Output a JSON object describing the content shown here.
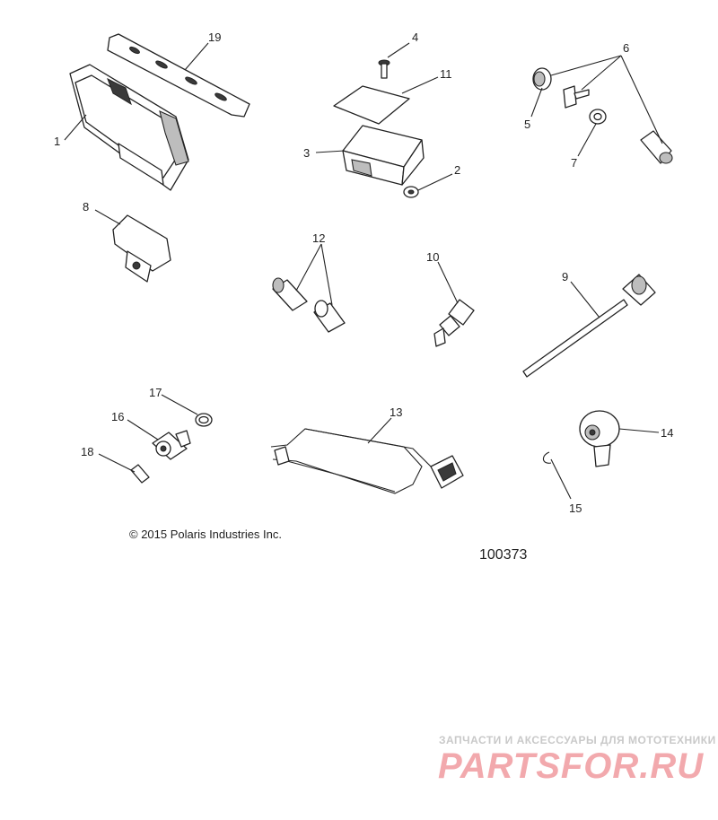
{
  "callouts": [
    "1",
    "2",
    "3",
    "4",
    "5",
    "6",
    "7",
    "8",
    "9",
    "10",
    "11",
    "12",
    "13",
    "14",
    "15",
    "16",
    "17",
    "18",
    "19"
  ],
  "copyright": "© 2015 Polaris Industries Inc.",
  "drawing_number": "100373",
  "watermark": {
    "tagline": "ЗАПЧАСТИ И АКСЕССУАРЫ ДЛЯ МОТОТЕХНИКИ",
    "logo": "PARTSFOR.RU"
  }
}
